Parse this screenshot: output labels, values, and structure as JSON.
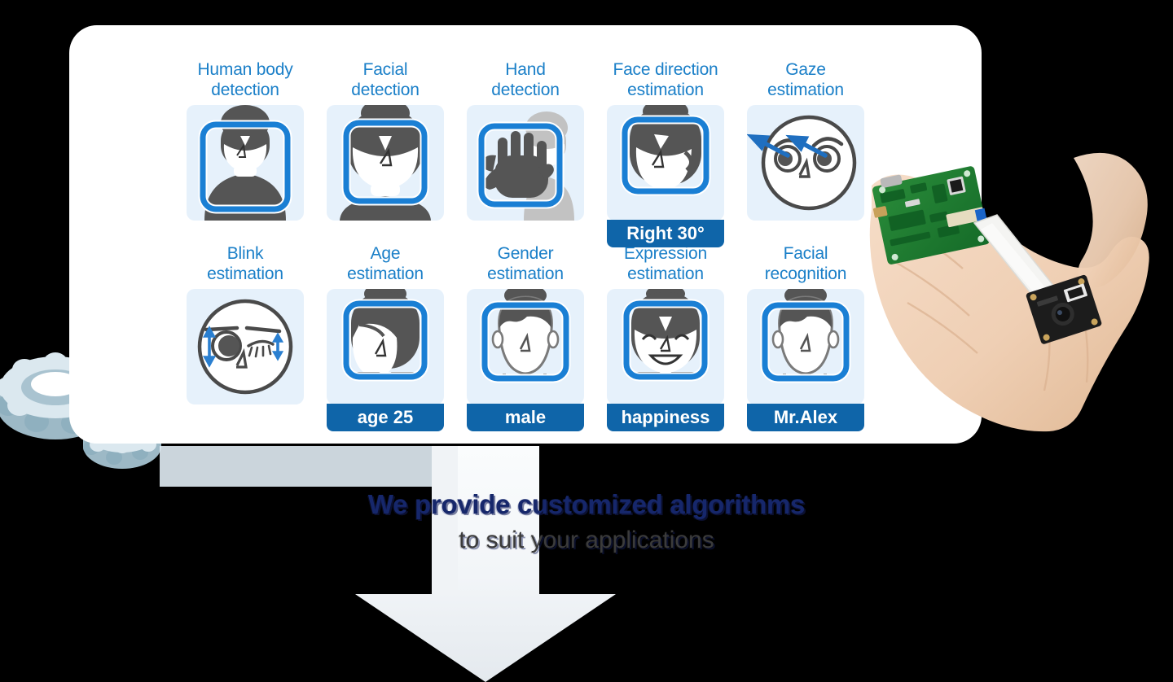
{
  "panel": {
    "features": [
      {
        "id": "human-body-detection",
        "title": "Human body\ndetection",
        "tag": null,
        "icon": "person-bbox-icon"
      },
      {
        "id": "facial-detection",
        "title": "Facial\ndetection",
        "tag": null,
        "icon": "face-bbox-icon"
      },
      {
        "id": "hand-detection",
        "title": "Hand\ndetection",
        "tag": null,
        "icon": "hand-bbox-icon"
      },
      {
        "id": "face-direction-estimation",
        "title": "Face direction\nestimation",
        "tag": "Right 30°",
        "icon": "face-turned-bbox-icon"
      },
      {
        "id": "gaze-estimation",
        "title": "Gaze\nestimation",
        "tag": null,
        "icon": "gaze-arrows-icon"
      },
      {
        "id": "blink-estimation",
        "title": "Blink\nestimation",
        "tag": null,
        "icon": "blink-eye-icon"
      },
      {
        "id": "age-estimation",
        "title": "Age\nestimation",
        "tag": "age 25",
        "icon": "face-bbox-icon"
      },
      {
        "id": "gender-estimation",
        "title": "Gender\nestimation",
        "tag": "male",
        "icon": "male-face-bbox-icon"
      },
      {
        "id": "expression-estimation",
        "title": "Expression\nestimation",
        "tag": "happiness",
        "icon": "smiling-face-bbox-icon"
      },
      {
        "id": "facial-recognition",
        "title": "Facial\nrecognition",
        "tag": "Mr.Alex",
        "icon": "male-face-bbox-icon"
      }
    ]
  },
  "hardware": {
    "alt": "hand-holding-camera-module-photo",
    "parts": [
      "green-main-board",
      "white-ribbon-cable",
      "black-camera-module"
    ]
  },
  "caption": {
    "line1": "We provide customized algorithms",
    "line2": "to suit your applications"
  },
  "decor": {
    "gears_label": "gears-graphic",
    "arrow_label": "down-arrow-graphic"
  },
  "colors": {
    "title_blue": "#1a7fc8",
    "tag_blue": "#0f65a9",
    "tile_bg": "#e6f1fb",
    "figure_gray": "#555555",
    "caption_navy": "#16276b",
    "caption_gray": "#3b3b3b",
    "gear_blue": "#cfe0e9",
    "arrow_gray": "#eef1f4"
  }
}
